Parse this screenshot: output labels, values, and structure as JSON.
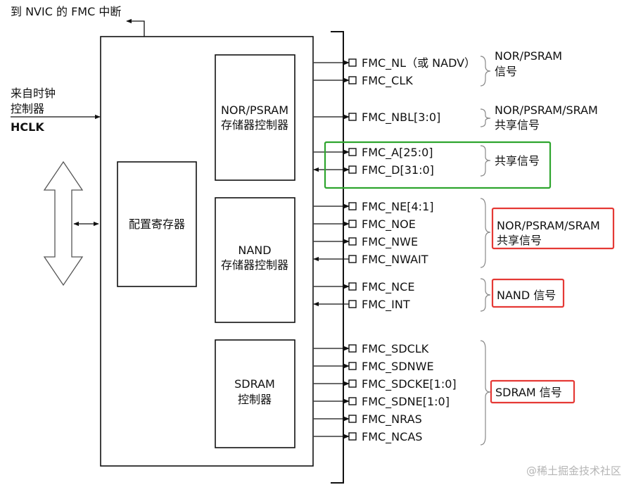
{
  "top_label": "到 NVIC 的 FMC 中断",
  "clock_input": {
    "line1": "来自时钟",
    "line2": "控制器",
    "name": "HCLK"
  },
  "blocks": {
    "config": "配置寄存器",
    "nor": {
      "line1": "NOR/PSRAM",
      "line2": "存储器控制器"
    },
    "nand": {
      "line1": "NAND",
      "line2": "存储器控制器"
    },
    "sdram": {
      "line1": "SDRAM",
      "line2": "控制器"
    }
  },
  "signals": [
    {
      "label": "FMC_NL（或 NADV）",
      "direction": "out"
    },
    {
      "label": "FMC_CLK",
      "direction": "out"
    },
    {
      "label": "FMC_NBL[3:0]",
      "direction": "out"
    },
    {
      "label": "FMC_A[25:0]",
      "direction": "out"
    },
    {
      "label": "FMC_D[31:0]",
      "direction": "bidir"
    },
    {
      "label": "FMC_NE[4:1]",
      "direction": "out"
    },
    {
      "label": "FMC_NOE",
      "direction": "out"
    },
    {
      "label": "FMC_NWE",
      "direction": "out"
    },
    {
      "label": "FMC_NWAIT",
      "direction": "in"
    },
    {
      "label": "FMC_NCE",
      "direction": "out"
    },
    {
      "label": "FMC_INT",
      "direction": "in"
    },
    {
      "label": "FMC_SDCLK",
      "direction": "out"
    },
    {
      "label": "FMC_SDNWE",
      "direction": "out"
    },
    {
      "label": "FMC_SDCKE[1:0]",
      "direction": "out"
    },
    {
      "label": "FMC_SDNE[1:0]",
      "direction": "out"
    },
    {
      "label": "FMC_NRAS",
      "direction": "out"
    },
    {
      "label": "FMC_NCAS",
      "direction": "out"
    }
  ],
  "groups": [
    {
      "line1": "NOR/PSRAM",
      "line2": "信号",
      "highlight": "none"
    },
    {
      "line1": "NOR/PSRAM/SRAM",
      "line2": "共享信号",
      "highlight": "none"
    },
    {
      "line1": "共享信号",
      "line2": "",
      "highlight": "green"
    },
    {
      "line1": "NOR/PSRAM/SRAM",
      "line2": "共享信号",
      "highlight": "red"
    },
    {
      "line1": "NAND 信号",
      "line2": "",
      "highlight": "red"
    },
    {
      "line1": "SDRAM 信号",
      "line2": "",
      "highlight": "red"
    }
  ],
  "colors": {
    "green": "#2ea52e",
    "red": "#e53935"
  },
  "watermark": "@稀土掘金技术社区"
}
